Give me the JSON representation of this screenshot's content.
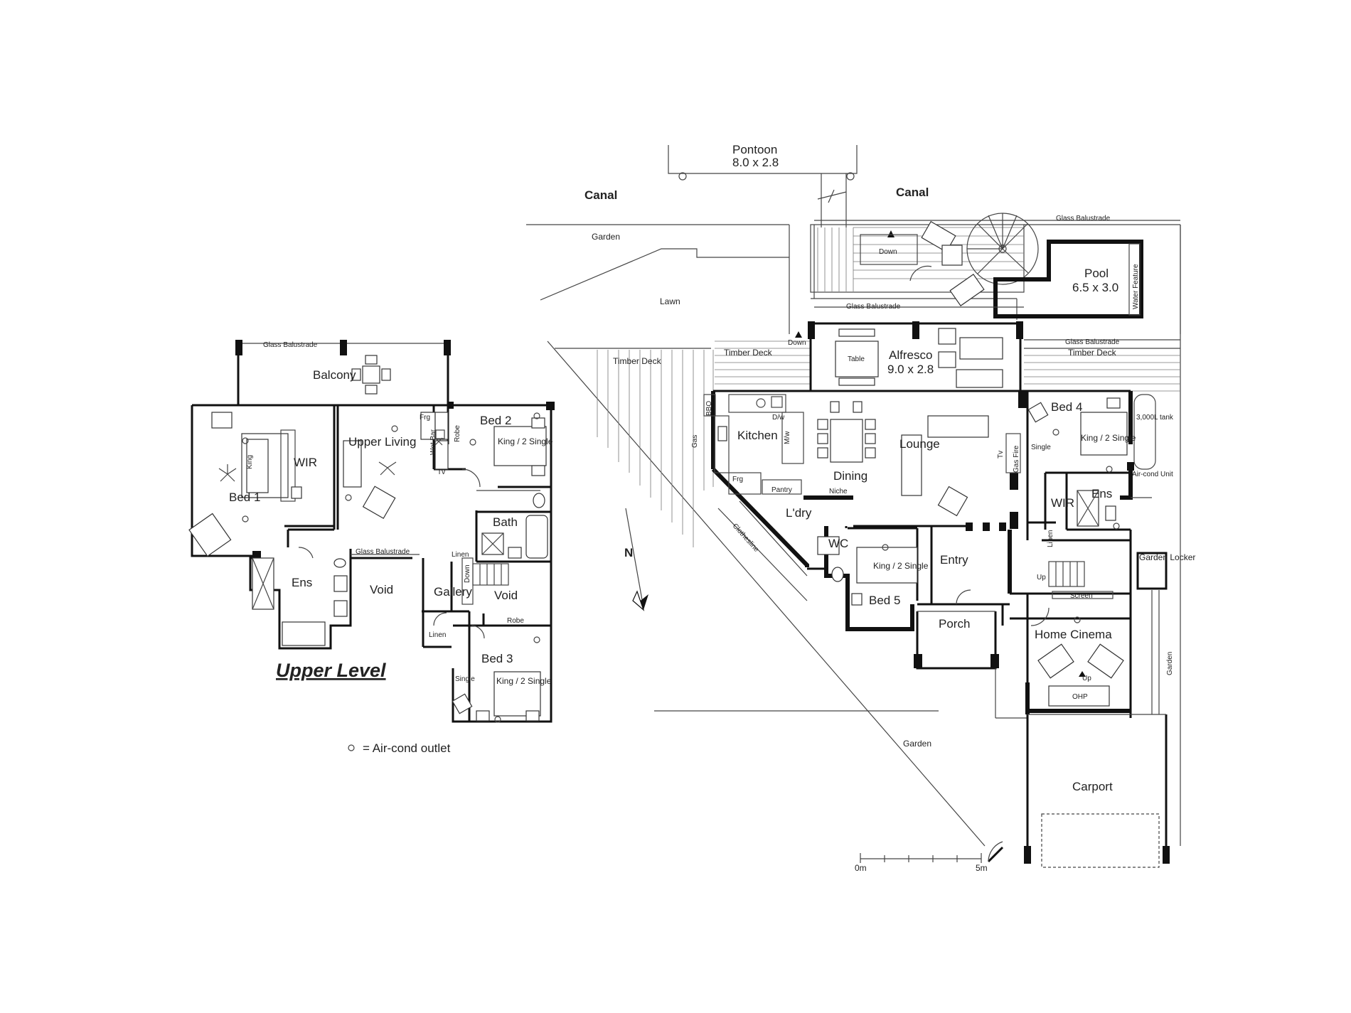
{
  "upper": {
    "title": "Upper Level",
    "legend": "= Air-cond outlet",
    "rooms": {
      "balcony": "Balcony",
      "glass_balustrade_top": "Glass Balustrade",
      "bed1": "Bed 1",
      "king": "King",
      "wir": "WIR",
      "upper_living": "Upper Living",
      "frg": "Frg",
      "wet_bar": "Wet Bar",
      "robe": "Robe",
      "tv": "Tv",
      "bed2": "Bed 2",
      "bed2_bed": "King / 2 Single",
      "bath": "Bath",
      "linen": "Linen",
      "glass_balustrade_mid": "Glass Balustrade",
      "ens": "Ens",
      "void1": "Void",
      "gallery": "Gallery",
      "down": "Down",
      "void2": "Void",
      "robe2": "Robe",
      "linen2": "Linen",
      "bed3": "Bed 3",
      "single": "Single",
      "bed3_bed": "King / 2 Single"
    }
  },
  "site": {
    "pontoon": "Pontoon",
    "pontoon_size": "8.0 x 2.8",
    "canal_left": "Canal",
    "canal_right": "Canal",
    "garden_top": "Garden",
    "lawn": "Lawn",
    "down_top": "Down",
    "glass_balustrade_1": "Glass Balustrade",
    "glass_balustrade_2": "Glass Balustrade",
    "glass_balustrade_3": "Glass Balustrade",
    "pool": "Pool",
    "pool_size": "6.5 x 3.0",
    "water_feature": "Water Feature",
    "timber_deck_1": "Timber Deck",
    "timber_deck_2": "Timber Deck",
    "timber_deck_3": "Timber Deck",
    "down_deck": "Down",
    "alfresco": "Alfresco",
    "alfresco_size": "9.0 x 2.8",
    "table": "Table",
    "bbq": "BBQ",
    "gas": "Gas",
    "kitchen": "Kitchen",
    "dw": "D/w",
    "mw": "M/w",
    "frg": "Frg",
    "pantry": "Pantry",
    "niche": "Niche",
    "dining": "Dining",
    "lounge": "Lounge",
    "tv": "Tv",
    "gas_fire": "Gas Fire",
    "bed4": "Bed 4",
    "single": "Single",
    "bed4_bed": "King / 2 Single",
    "tank": "3,000L tank",
    "aircon_unit": "Air-cond Unit",
    "wir": "WIR",
    "ens": "Ens",
    "ldry": "L'dry",
    "clothesline": "Clothesline",
    "wc": "WC",
    "bed5_bed": "King / 2 Single",
    "bed5": "Bed 5",
    "entry": "Entry",
    "linen": "Linen",
    "up": "Up",
    "screen": "Screen",
    "garden_locker": "Garden Locker",
    "porch": "Porch",
    "home_cinema": "Home Cinema",
    "up2": "Up",
    "ohp": "OHP",
    "garden_side": "Garden",
    "garden_bottom": "Garden",
    "carport": "Carport",
    "north": "N",
    "scale_start": "0m",
    "scale_end": "5m"
  }
}
